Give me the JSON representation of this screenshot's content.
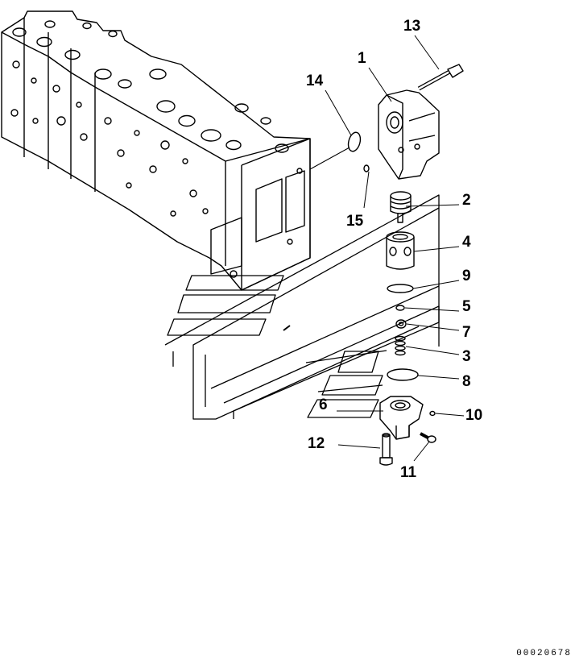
{
  "parts": [
    {
      "id": "1",
      "label": "1"
    },
    {
      "id": "2",
      "label": "2"
    },
    {
      "id": "3",
      "label": "3"
    },
    {
      "id": "4",
      "label": "4"
    },
    {
      "id": "5",
      "label": "5"
    },
    {
      "id": "6",
      "label": "6"
    },
    {
      "id": "7",
      "label": "7"
    },
    {
      "id": "8",
      "label": "8"
    },
    {
      "id": "9",
      "label": "9"
    },
    {
      "id": "10",
      "label": "10"
    },
    {
      "id": "11",
      "label": "11"
    },
    {
      "id": "12",
      "label": "12"
    },
    {
      "id": "13",
      "label": "13"
    },
    {
      "id": "14",
      "label": "14"
    },
    {
      "id": "15",
      "label": "15"
    }
  ],
  "document_id": "00020678"
}
